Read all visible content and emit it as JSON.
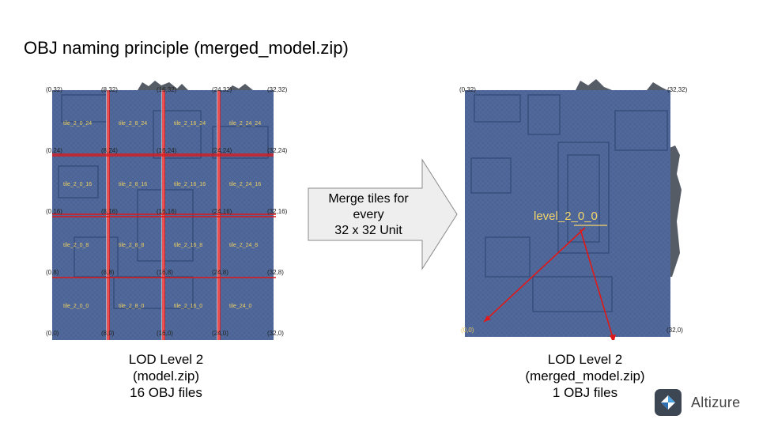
{
  "title": "OBJ naming principle (merged_model.zip)",
  "left": {
    "coords": [
      {
        "label": "(0,32)",
        "gx": 0,
        "gy": 32
      },
      {
        "label": "(8,32)",
        "gx": 8,
        "gy": 32
      },
      {
        "label": "(16,32)",
        "gx": 16,
        "gy": 32
      },
      {
        "label": "(24,32)",
        "gx": 24,
        "gy": 32
      },
      {
        "label": "(32,32)",
        "gx": 32,
        "gy": 32
      },
      {
        "label": "(0,24)",
        "gx": 0,
        "gy": 24
      },
      {
        "label": "(8,24)",
        "gx": 8,
        "gy": 24
      },
      {
        "label": "(16,24)",
        "gx": 16,
        "gy": 24
      },
      {
        "label": "(24,24)",
        "gx": 24,
        "gy": 24
      },
      {
        "label": "(32,24)",
        "gx": 32,
        "gy": 24
      },
      {
        "label": "(0,16)",
        "gx": 0,
        "gy": 16
      },
      {
        "label": "(8,16)",
        "gx": 8,
        "gy": 16
      },
      {
        "label": "(16,16)",
        "gx": 16,
        "gy": 16
      },
      {
        "label": "(24,16)",
        "gx": 24,
        "gy": 16
      },
      {
        "label": "(32,16)",
        "gx": 32,
        "gy": 16
      },
      {
        "label": "(0,8)",
        "gx": 0,
        "gy": 8
      },
      {
        "label": "(8,8)",
        "gx": 8,
        "gy": 8
      },
      {
        "label": "(16,8)",
        "gx": 16,
        "gy": 8
      },
      {
        "label": "(24,8)",
        "gx": 24,
        "gy": 8
      },
      {
        "label": "(32,8)",
        "gx": 32,
        "gy": 8
      },
      {
        "label": "(0,0)",
        "gx": 0,
        "gy": 0
      },
      {
        "label": "(8,0)",
        "gx": 8,
        "gy": 0
      },
      {
        "label": "(16,0)",
        "gx": 16,
        "gy": 0
      },
      {
        "label": "(24,0)",
        "gx": 24,
        "gy": 0
      },
      {
        "label": "(32,0)",
        "gx": 32,
        "gy": 0
      }
    ],
    "tiles": [
      {
        "label": "tile_2_0_24",
        "col": 0,
        "row": 0
      },
      {
        "label": "tile_2_8_24",
        "col": 1,
        "row": 0
      },
      {
        "label": "tile_2_16_24",
        "col": 2,
        "row": 0
      },
      {
        "label": "tile_2_24_24",
        "col": 3,
        "row": 0
      },
      {
        "label": "tile_2_0_16",
        "col": 0,
        "row": 1
      },
      {
        "label": "tile_2_8_16",
        "col": 1,
        "row": 1
      },
      {
        "label": "tile_2_16_16",
        "col": 2,
        "row": 1
      },
      {
        "label": "tile_2_24_16",
        "col": 3,
        "row": 1
      },
      {
        "label": "tile_2_0_8",
        "col": 0,
        "row": 2
      },
      {
        "label": "tile_2_8_8",
        "col": 1,
        "row": 2
      },
      {
        "label": "tile_2_16_8",
        "col": 2,
        "row": 2
      },
      {
        "label": "tile_2_24_8",
        "col": 3,
        "row": 2
      },
      {
        "label": "tile_2_0_0",
        "col": 0,
        "row": 3
      },
      {
        "label": "tile_2_8_0",
        "col": 1,
        "row": 3
      },
      {
        "label": "tile_2_16_0",
        "col": 2,
        "row": 3
      },
      {
        "label": "tile_24_0",
        "col": 3,
        "row": 3
      }
    ],
    "caption": [
      "LOD Level 2",
      "(model.zip)",
      "16 OBJ files"
    ]
  },
  "arrow": {
    "lines": [
      "Merge tiles for",
      "every",
      "32 x 32 Unit"
    ]
  },
  "right": {
    "coords": {
      "top_left": "(0,32)",
      "top_right": "(32,32)",
      "bottom_left": "(0,0)",
      "bottom_right": "(32,0)"
    },
    "merged_label": "level_2_0_0",
    "caption": [
      "LOD Level 2",
      "(merged_model.zip)",
      "1 OBJ files"
    ]
  },
  "brand": {
    "name": "Altizure",
    "icon": "altizure-logo-icon"
  },
  "colors": {
    "model_fill": "#4f6a9a",
    "grid_red": "#e01818",
    "tile_text": "#f0d060",
    "merged_text": "#f5d56a",
    "arrow_fill": "#eeeeee"
  }
}
